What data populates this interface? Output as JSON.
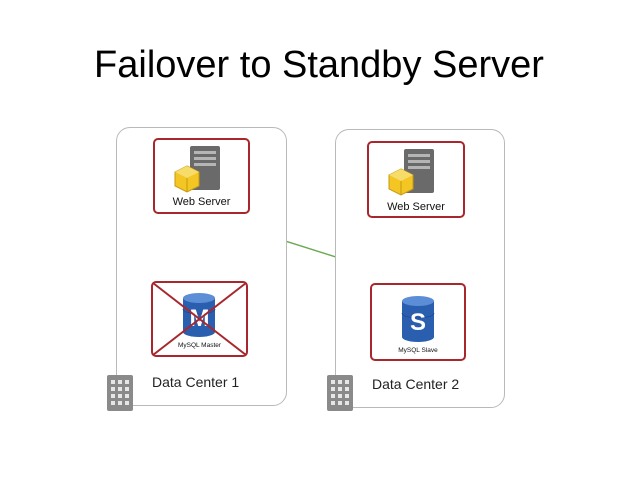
{
  "title": "Failover to Standby Server",
  "data_centers": [
    {
      "label": "Data Center 1",
      "web_server": {
        "label": "Web Server"
      },
      "database": {
        "label": "MySQL Master",
        "letter": "M",
        "status": "failed"
      }
    },
    {
      "label": "Data Center 2",
      "web_server": {
        "label": "Web Server"
      },
      "database": {
        "label": "MySQL Slave",
        "letter": "S",
        "status": "active"
      }
    }
  ],
  "colors": {
    "box_border": "#a8272c",
    "link": "#6aa84f",
    "db_blue": "#2a5fb0",
    "cross": "#a8272c"
  }
}
